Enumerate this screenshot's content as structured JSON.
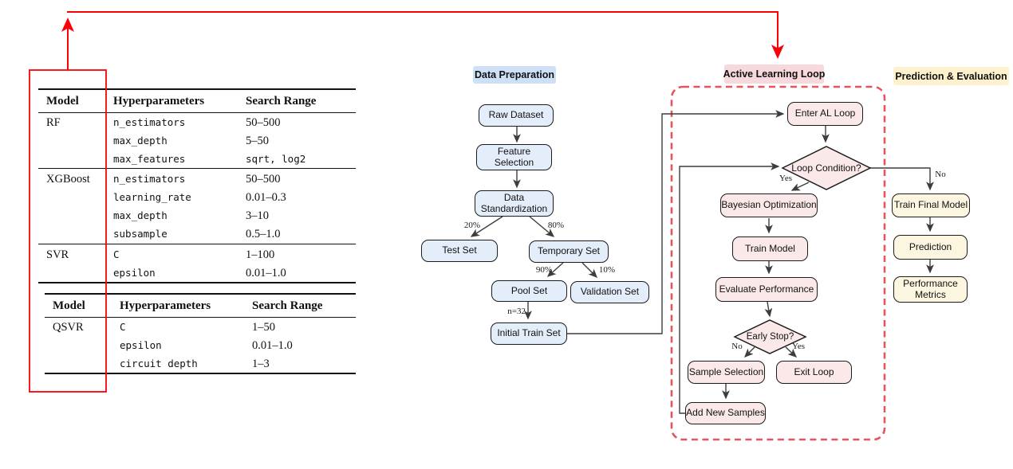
{
  "tables": {
    "classical": {
      "headers": [
        "Model",
        "Hyperparameters",
        "Search Range"
      ],
      "rows": [
        {
          "model": "RF",
          "param": "n_estimators",
          "range": "50–500"
        },
        {
          "model": "",
          "param": "max_depth",
          "range": "5–50"
        },
        {
          "model": "",
          "param": "max_features",
          "range": "sqrt, log2"
        },
        {
          "model": "XGBoost",
          "param": "n_estimators",
          "range": "50–500"
        },
        {
          "model": "",
          "param": "learning_rate",
          "range": "0.01–0.3"
        },
        {
          "model": "",
          "param": "max_depth",
          "range": "3–10"
        },
        {
          "model": "",
          "param": "subsample",
          "range": "0.5–1.0"
        },
        {
          "model": "SVR",
          "param": "C",
          "range": "1–100"
        },
        {
          "model": "",
          "param": "epsilon",
          "range": "0.01–1.0"
        }
      ]
    },
    "quantum": {
      "headers": [
        "Model",
        "Hyperparameters",
        "Search Range"
      ],
      "rows": [
        {
          "model": "QSVR",
          "param": "C",
          "range": "1–50"
        },
        {
          "model": "",
          "param": "epsilon",
          "range": "0.01–1.0"
        },
        {
          "model": "",
          "param": "circuit depth",
          "range": "1–3"
        }
      ]
    }
  },
  "sections": {
    "data_preparation": "Data Preparation",
    "active_learning": "Active Learning Loop",
    "prediction_evaluation": "Prediction & Evaluation"
  },
  "nodes": {
    "raw_dataset": "Raw Dataset",
    "feature_selection": "Feature Selection",
    "data_standardization": "Data Standardization",
    "test_set": "Test Set",
    "temporary_set": "Temporary Set",
    "pool_set": "Pool Set",
    "validation_set": "Validation Set",
    "initial_train_set": "Initial Train Set",
    "enter_al_loop": "Enter AL Loop",
    "loop_condition": "Loop Condition?",
    "bayesian_optimization": "Bayesian Optimization",
    "train_model": "Train Model",
    "evaluate_performance": "Evaluate Performance",
    "early_stop": "Early Stop?",
    "sample_selection": "Sample Selection",
    "exit_loop": "Exit Loop",
    "add_new_samples": "Add New Samples",
    "train_final_model": "Train Final Model",
    "prediction": "Prediction",
    "performance_metrics": "Performance Metrics"
  },
  "edge_labels": {
    "test_split": "20%",
    "temp_split": "80%",
    "pool_split": "90%",
    "validation_split": "10%",
    "initial_n": "n=32",
    "loop_yes": "Yes",
    "loop_no": "No",
    "early_no": "No",
    "early_yes": "Yes"
  },
  "colors": {
    "data_prep_fill": "#e4edfa",
    "data_prep_label_bg": "#cde0f6",
    "al_fill": "#fbe9ea",
    "al_label_bg": "#f7d9dd",
    "pred_fill": "#fcf6e0",
    "pred_label_bg": "#fdf2cd",
    "al_dashed_border": "#e3565e",
    "annotation_red": "#fb0007",
    "connector": "#3d3d3d",
    "node_border": "#1c1c1c"
  }
}
